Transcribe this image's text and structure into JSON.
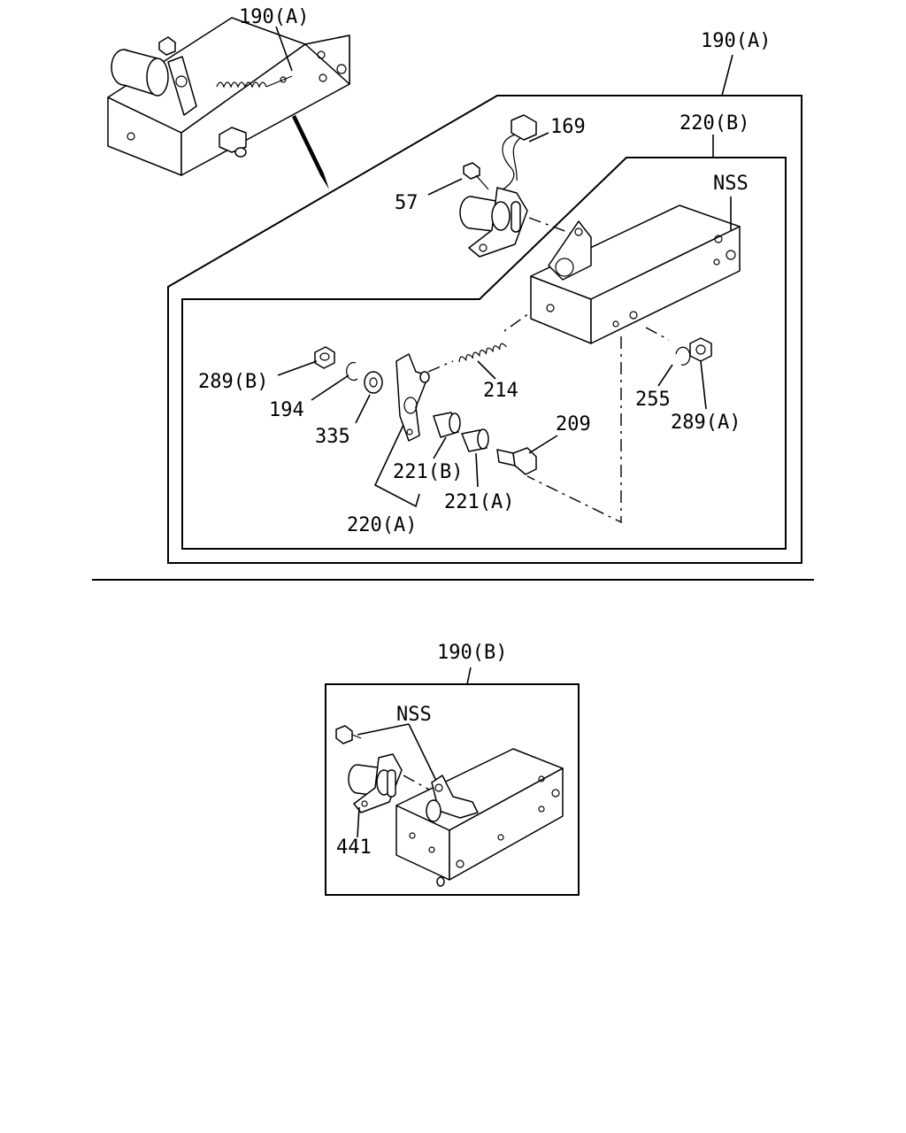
{
  "labels": {
    "top_assembly": "190(A)",
    "main_group": "190(A)",
    "bracket_group": "220(B)",
    "bracket_nss": "NSS",
    "harness": "169",
    "screw": "57",
    "nut_b": "289(B)",
    "clip": "194",
    "washer": "335",
    "spring": "214",
    "bushing_b": "221(B)",
    "bushing_a": "221(A)",
    "lever_group": "220(A)",
    "bolt": "209",
    "e_ring": "255",
    "nut_a": "289(A)",
    "lower_group": "190(B)",
    "lower_nss": "NSS",
    "sensor": "441"
  }
}
